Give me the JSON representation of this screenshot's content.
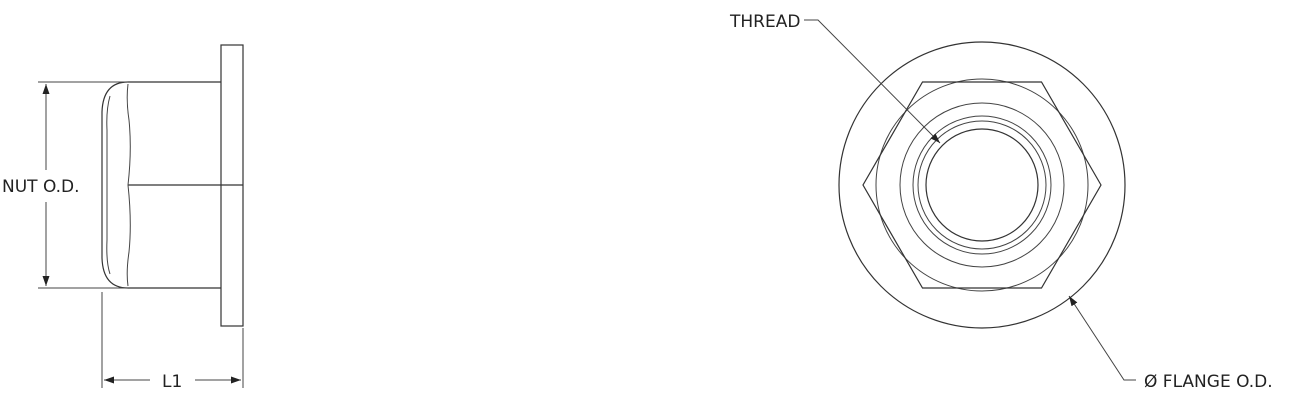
{
  "labels": {
    "nut_od": "NUT O.D.",
    "l1": "L1",
    "thread": "THREAD",
    "flange_od": "Ø FLANGE O.D."
  }
}
